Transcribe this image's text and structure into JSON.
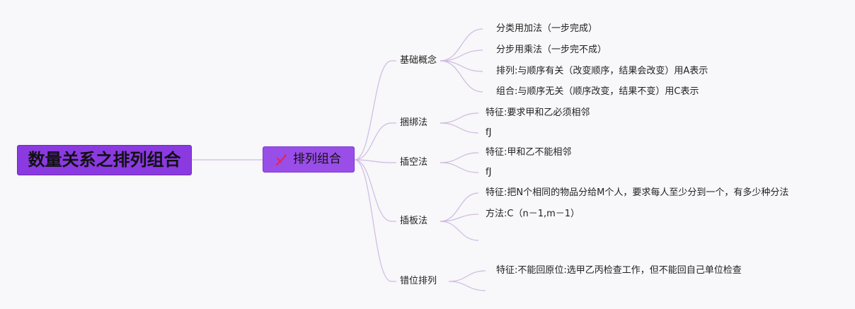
{
  "root": {
    "label": "数量关系之排列组合"
  },
  "hub": {
    "label": "排列组合",
    "icon": "ruler-pencil-icon"
  },
  "branches": [
    {
      "label": "基础概念",
      "children": [
        "分类用加法（一步完成）",
        "分步用乘法（一步完不成）",
        "排列:与顺序有关（改变顺序，结果会改变）用A表示",
        "组合:与顺序无关（顺序改变，结果不变）用C表示"
      ]
    },
    {
      "label": "捆绑法",
      "children": [
        "特征:要求甲和乙必须相邻",
        "fJ"
      ]
    },
    {
      "label": "插空法",
      "children": [
        "特征:甲和乙不能相邻",
        "fJ"
      ]
    },
    {
      "label": "插板法",
      "children": [
        "特征:把N个相同的物品分给M个人，要求每人至少分到一个，有多少种分法",
        "方法:C（n－1,m－1）",
        ""
      ]
    },
    {
      "label": "错位排列",
      "children": [
        "特征:不能回原位:选甲乙丙检查工作，但不能回自己单位检查",
        ""
      ]
    }
  ],
  "colors": {
    "root_fill": "#8a3ae0",
    "hub_fill": "#9a4ee8",
    "connector": "#cdbbe3",
    "icon": "#e0245e"
  }
}
